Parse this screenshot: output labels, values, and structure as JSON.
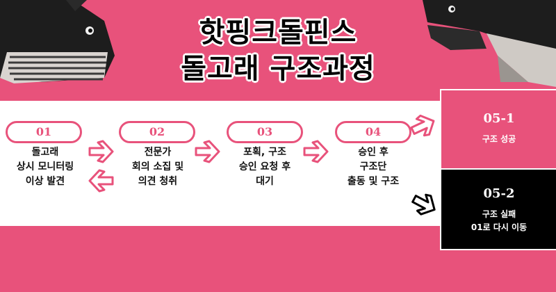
{
  "title": {
    "line1": "핫핑크돌핀스",
    "line2": "돌고래 구조과정"
  },
  "steps": [
    {
      "number": "01",
      "lines": [
        "돌고래",
        "상시 모니터링",
        "이상 발견"
      ]
    },
    {
      "number": "02",
      "lines": [
        "전문가",
        "회의 소집 및",
        "의견 청취"
      ]
    },
    {
      "number": "03",
      "lines": [
        "포획, 구조",
        "승인 요청 후",
        "대기"
      ]
    },
    {
      "number": "04",
      "lines": [
        "승인 후",
        "구조단",
        "출동 및 구조"
      ]
    }
  ],
  "outcomes": [
    {
      "number": "05-1",
      "lines": [
        "구조 성공"
      ]
    },
    {
      "number": "05-2",
      "lines": [
        "구조 실패",
        "01로 다시 이동"
      ]
    }
  ],
  "colors": {
    "pink": "#e8527b",
    "white": "#ffffff",
    "black": "#000000"
  },
  "icons": [
    "whale-left-illustration",
    "whale-right-illustration",
    "arrow-right-icon",
    "arrow-left-icon",
    "arrow-up-right-icon",
    "arrow-down-right-icon"
  ]
}
